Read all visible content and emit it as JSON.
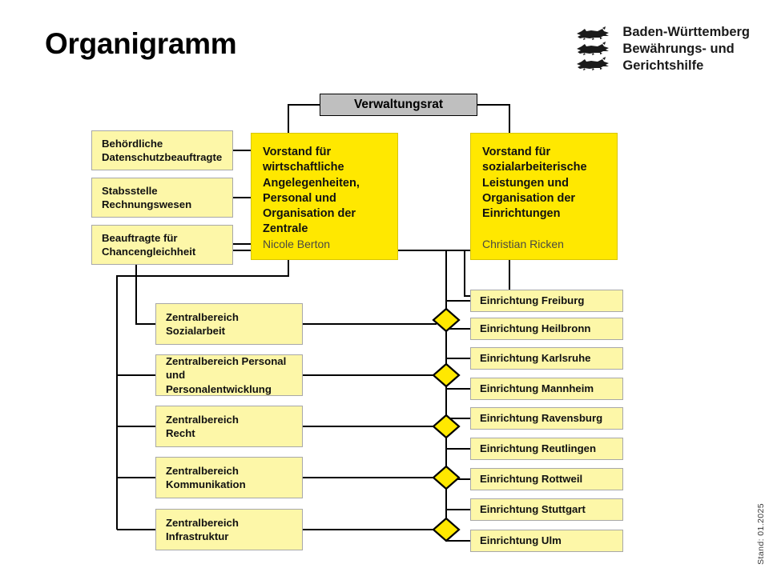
{
  "page": {
    "title": "Organigramm",
    "date_stamp": "Stand: 01.2025",
    "background_color": "#ffffff"
  },
  "logo": {
    "icon": "baden-wuerttemberg-three-lions-crest",
    "line1": "Baden-Württemberg",
    "line2": "Bewährungs- und",
    "line3": "Gerichtshilfe"
  },
  "colors": {
    "board_yellow": "#ffe800",
    "unit_yellow": "#fdf7a8",
    "council_gray": "#bfbfbf",
    "connector_black": "#000000",
    "diamond_yellow": "#ffe800"
  },
  "chart_data": {
    "type": "diagram",
    "title": "Organigramm",
    "subtype": "organizational-hierarchy"
  },
  "council": {
    "label": "Verwaltungsrat"
  },
  "staff_units": [
    {
      "label": "Behördliche\nDatenschutzbeauftragte"
    },
    {
      "label": "Stabsstelle\nRechnungswesen"
    },
    {
      "label": "Beauftragte für\nChancengleichheit"
    }
  ],
  "boards": [
    {
      "label": "Vorstand für wirtschaftliche Angelegenheiten, Personal und Organisation der Zentrale",
      "person": "Nicole Berton"
    },
    {
      "label": "Vorstand für sozialarbeiterische Leistungen und Organisation der Einrichtungen",
      "person": "Christian Ricken"
    }
  ],
  "central_units": [
    {
      "label": "Zentralbereich\nSozialarbeit"
    },
    {
      "label": "Zentralbereich Personal\nund Personalentwicklung"
    },
    {
      "label": "Zentralbereich\nRecht"
    },
    {
      "label": "Zentralbereich\nKommunikation"
    },
    {
      "label": "Zentralbereich\nInfrastruktur"
    }
  ],
  "facilities": [
    {
      "label": "Einrichtung Freiburg"
    },
    {
      "label": "Einrichtung Heilbronn"
    },
    {
      "label": "Einrichtung Karlsruhe"
    },
    {
      "label": "Einrichtung Mannheim"
    },
    {
      "label": "Einrichtung Ravensburg"
    },
    {
      "label": "Einrichtung Reutlingen"
    },
    {
      "label": "Einrichtung Rottweil"
    },
    {
      "label": "Einrichtung Stuttgart"
    },
    {
      "label": "Einrichtung Ulm"
    }
  ]
}
